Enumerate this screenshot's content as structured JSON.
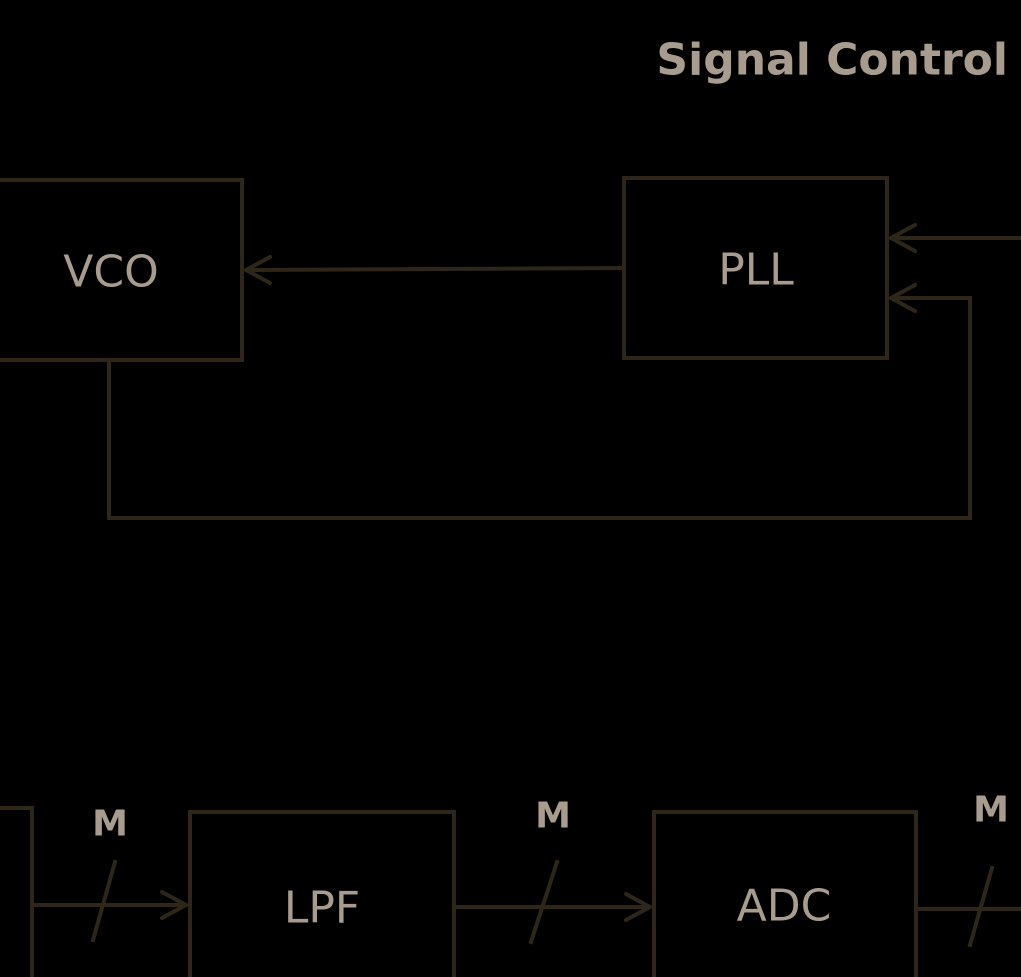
{
  "title": "Signal Control",
  "blocks": {
    "vco": "VCO",
    "pll": "PLL",
    "lpf": "LPF",
    "adc": "ADC"
  },
  "bus_labels": [
    "M",
    "M",
    "M"
  ],
  "colors": {
    "background": "#000000",
    "line": "#2e2719",
    "text": "#a89c8e"
  }
}
